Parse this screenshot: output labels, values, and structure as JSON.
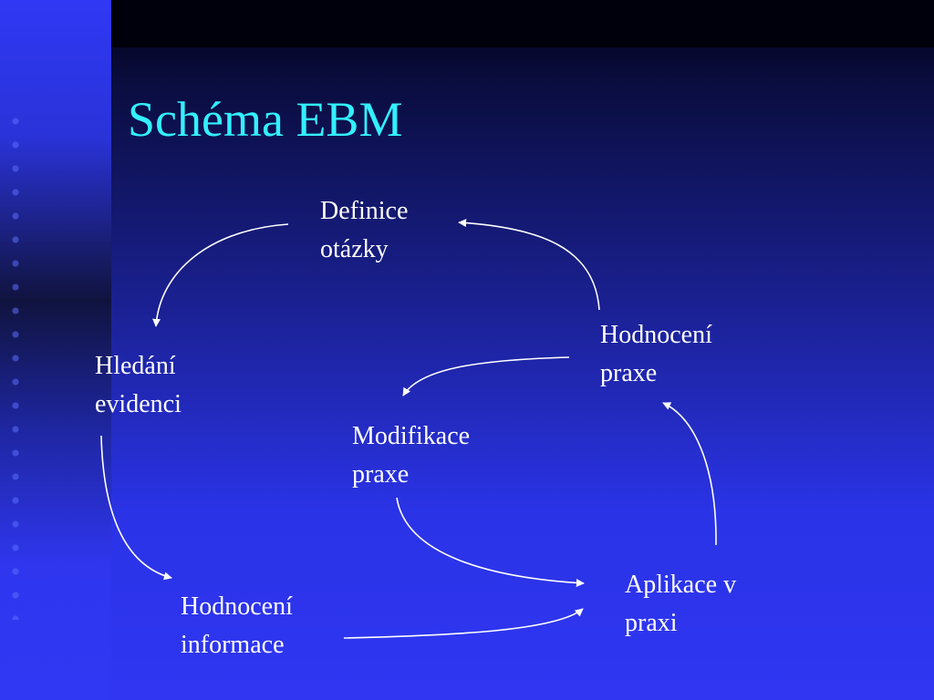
{
  "slide": {
    "title": "Schéma EBM"
  },
  "nodes": {
    "definice": {
      "line1": "Definice",
      "line2": "otázky"
    },
    "hledani": {
      "line1": "Hledání",
      "line2": "evidenci"
    },
    "hodnoceni_informace": {
      "line1": "Hodnocení",
      "line2": "informace"
    },
    "aplikace": {
      "line1": "Aplikace v",
      "line2": "praxi"
    },
    "hodnoceni_praxe": {
      "line1": "Hodnocení",
      "line2": "praxe"
    },
    "modifikace": {
      "line1": "Modifikace",
      "line2": "praxe"
    }
  },
  "colors": {
    "title": "#33f0ff",
    "text": "#ffffff",
    "background": "#2a33e6"
  }
}
